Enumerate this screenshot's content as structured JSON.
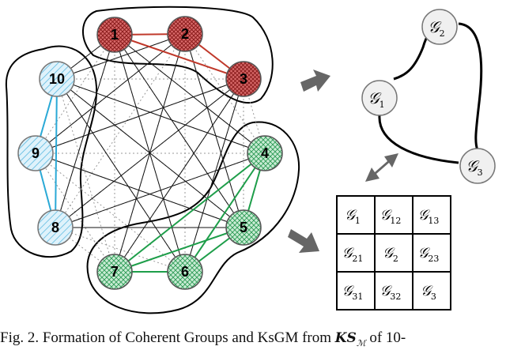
{
  "network": {
    "nodes": [
      {
        "id": "1",
        "label": "1",
        "group": "red"
      },
      {
        "id": "2",
        "label": "2",
        "group": "red"
      },
      {
        "id": "3",
        "label": "3",
        "group": "red"
      },
      {
        "id": "4",
        "label": "4",
        "group": "green"
      },
      {
        "id": "5",
        "label": "5",
        "group": "green"
      },
      {
        "id": "6",
        "label": "6",
        "group": "green"
      },
      {
        "id": "7",
        "label": "7",
        "group": "green"
      },
      {
        "id": "8",
        "label": "8",
        "group": "blue"
      },
      {
        "id": "9",
        "label": "9",
        "group": "blue"
      },
      {
        "id": "10",
        "label": "10",
        "group": "blue"
      }
    ],
    "colors": {
      "red": "#c0392b",
      "red_fill": "#f2c4c4",
      "green": "#1e9e4a",
      "green_fill": "#d3f0dc",
      "blue": "#2aa9d6",
      "blue_fill": "#d6eef8",
      "edge_dark": "#111111",
      "edge_dotted": "#999999"
    }
  },
  "group_graph": {
    "nodes": [
      {
        "id": "G1",
        "symbol": "𝒢",
        "sub": "1"
      },
      {
        "id": "G2",
        "symbol": "𝒢",
        "sub": "2"
      },
      {
        "id": "G3",
        "symbol": "𝒢",
        "sub": "3"
      }
    ]
  },
  "matrix": {
    "rows": [
      [
        {
          "symbol": "𝒢",
          "sub": "1"
        },
        {
          "symbol": "𝒢",
          "sub": "12"
        },
        {
          "symbol": "𝒢",
          "sub": "13"
        }
      ],
      [
        {
          "symbol": "𝒢",
          "sub": "21"
        },
        {
          "symbol": "𝒢",
          "sub": "2"
        },
        {
          "symbol": "𝒢",
          "sub": "23"
        }
      ],
      [
        {
          "symbol": "𝒢",
          "sub": "31"
        },
        {
          "symbol": "𝒢",
          "sub": "32"
        },
        {
          "symbol": "𝒢",
          "sub": "3"
        }
      ]
    ]
  },
  "caption": {
    "prefix": "Fig. 2.  Formation of Coherent Groups and KsGM from ",
    "math": "KS",
    "math_sub": "ℳ",
    "suffix": " of 10-"
  }
}
